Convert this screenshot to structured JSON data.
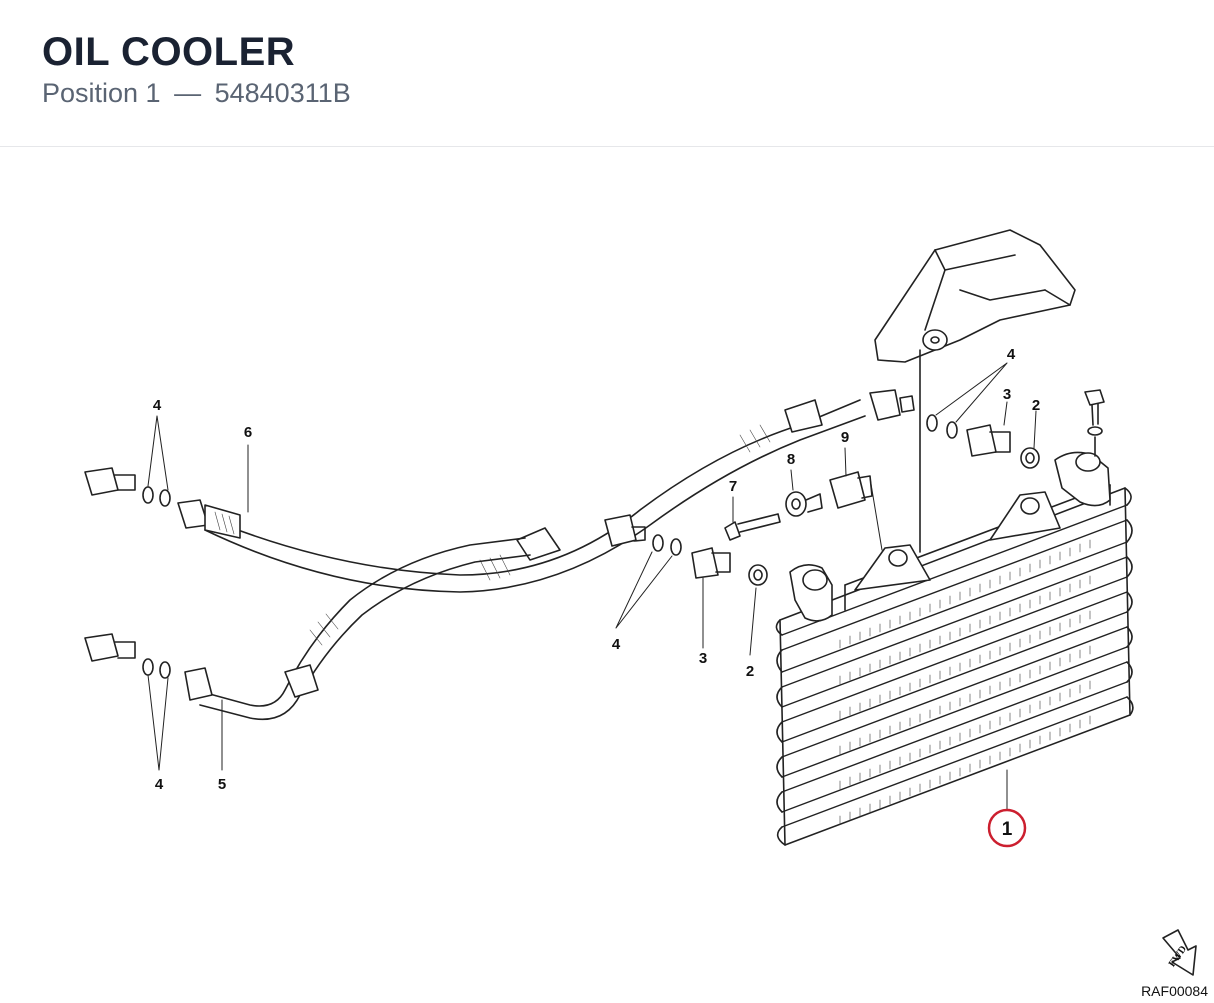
{
  "header": {
    "title": "OIL COOLER",
    "position_label": "Position 1",
    "separator": "—",
    "part_number": "54840311B"
  },
  "diagram": {
    "callouts": {
      "c1": "1",
      "c2a": "2",
      "c2b": "2",
      "c3a": "3",
      "c3b": "3",
      "c4a": "4",
      "c4b": "4",
      "c4c": "4",
      "c4d": "4",
      "c5": "5",
      "c6": "6",
      "c7": "7",
      "c8": "8",
      "c9": "9"
    },
    "highlighted_callout": "1",
    "highlight_color": "#cc1f2f",
    "fwd_label": "FWD",
    "drawing_code": "RAF00084"
  }
}
